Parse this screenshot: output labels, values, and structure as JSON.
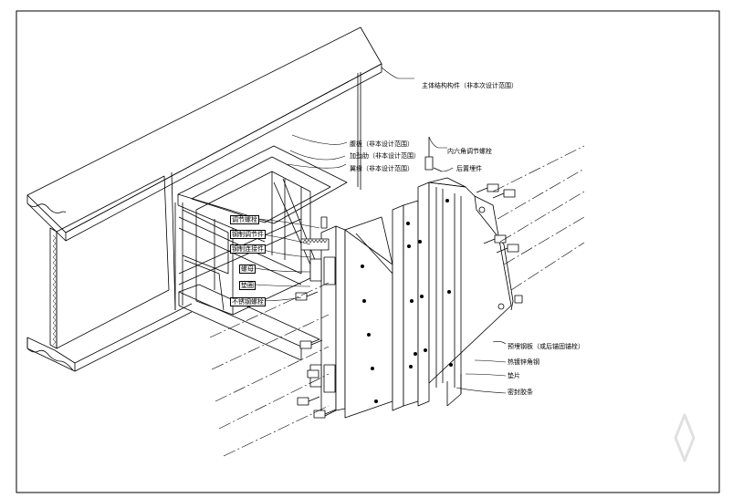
{
  "callouts_right": [
    {
      "id": "main-structure",
      "text": "主体结构构件（非本次设计范围）"
    },
    {
      "id": "web-plate",
      "text": "腹板（非本设计范围）"
    },
    {
      "id": "stiffener",
      "text": "加劲肋（非本设计范围）"
    },
    {
      "id": "flange",
      "text": "翼缘（非本设计范围）"
    },
    {
      "id": "hex-bolt",
      "text": "内六角调节螺栓"
    },
    {
      "id": "post-anchor",
      "text": "后置埋件"
    },
    {
      "id": "embedded-plate",
      "text": "预埋钢板（或后锚固锚栓）"
    },
    {
      "id": "steel-angle",
      "text": "热镀锌角钢"
    },
    {
      "id": "shim",
      "text": "垫片"
    },
    {
      "id": "seal",
      "text": "密封胶条"
    }
  ],
  "callouts_left": [
    {
      "id": "adjust-bolt",
      "text": "调节螺栓"
    },
    {
      "id": "adjust-plate",
      "text": "钢制调节件"
    },
    {
      "id": "connector",
      "text": "钢制连接件"
    },
    {
      "id": "nut",
      "text": "螺母"
    },
    {
      "id": "washer",
      "text": "垫圈"
    },
    {
      "id": "stainless-bolt",
      "text": "不锈钢螺栓"
    }
  ],
  "colors": {
    "ink": "#000000",
    "paper": "#ffffff",
    "watermark": "#d8d8d8"
  }
}
